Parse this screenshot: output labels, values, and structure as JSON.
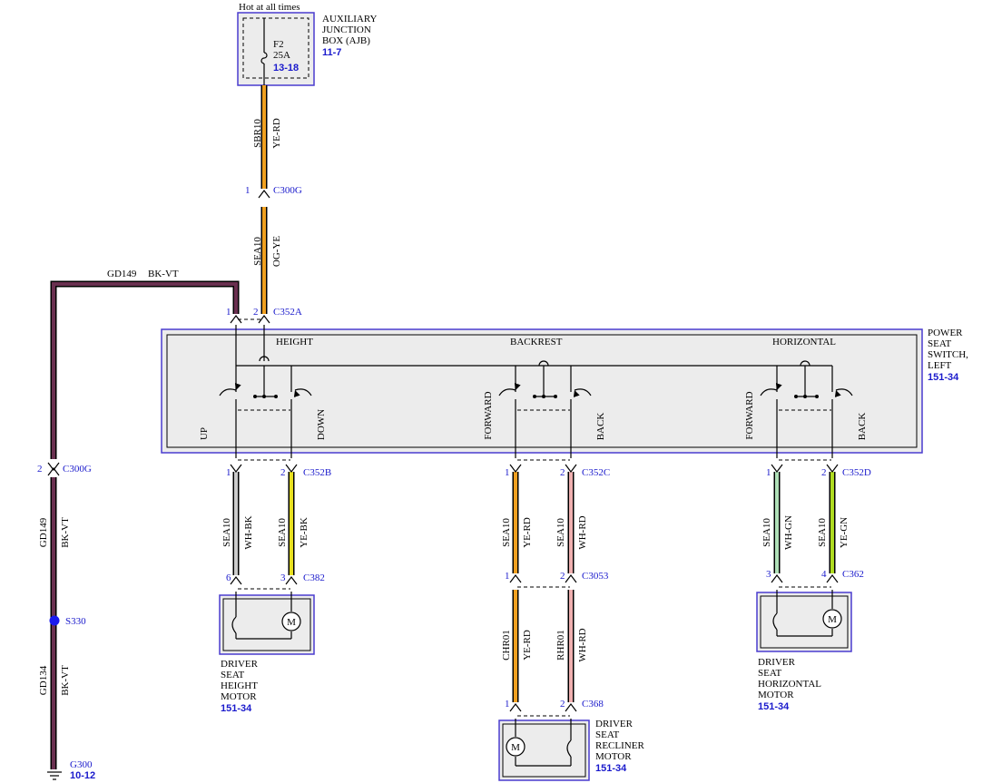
{
  "hot_label": "Hot at all times",
  "ajb": {
    "name_lines": [
      "AUXILIARY",
      "JUNCTION",
      "BOX (AJB)"
    ],
    "ref": "11-7",
    "fuse": "F2",
    "amps": "25A",
    "fuse_ref": "13-18"
  },
  "switch": {
    "name_lines": [
      "POWER",
      "SEAT",
      "SWITCH,",
      "LEFT"
    ],
    "ref": "151-34",
    "sections": [
      "HEIGHT",
      "BACKREST",
      "HORIZONTAL"
    ],
    "labels": {
      "up": "UP",
      "down": "DOWN",
      "forward": "FORWARD",
      "back": "BACK"
    }
  },
  "wires": [
    {
      "circuit": "SBR10",
      "color": "YE-RD",
      "hex": "#f0a020"
    },
    {
      "circuit": "SEA10",
      "color": "OG-YE",
      "hex": "#f0a020"
    },
    {
      "circuit": "GD149",
      "color": "BK-VT",
      "hex": "#6a3050"
    },
    {
      "circuit": "GD149",
      "color": "BK-VT",
      "hex": "#6a3050"
    },
    {
      "circuit": "GD134",
      "color": "BK-VT",
      "hex": "#6a3050"
    },
    {
      "circuit": "SEA10",
      "color": "WH-BK",
      "hex": "#cccccc"
    },
    {
      "circuit": "SEA10",
      "color": "YE-BK",
      "hex": "#e8e020"
    },
    {
      "circuit": "SEA10",
      "color": "YE-RD",
      "hex": "#f0a020"
    },
    {
      "circuit": "SEA10",
      "color": "WH-RD",
      "hex": "#f0b0b0"
    },
    {
      "circuit": "SEA10",
      "color": "WH-GN",
      "hex": "#b0e0b8"
    },
    {
      "circuit": "SEA10",
      "color": "YE-GN",
      "hex": "#b0dc20"
    },
    {
      "circuit": "CHR01",
      "color": "YE-RD",
      "hex": "#f0a020"
    },
    {
      "circuit": "RHR01",
      "color": "WH-RD",
      "hex": "#f0b0b0"
    }
  ],
  "connectors": [
    {
      "pin": "1",
      "name": "C300G"
    },
    {
      "pin": "1",
      "name": ""
    },
    {
      "pin": "2",
      "name": "C352A"
    },
    {
      "pin": "2",
      "name": "C300G"
    },
    {
      "pin": "1",
      "name": ""
    },
    {
      "pin": "2",
      "name": "C352B"
    },
    {
      "pin": "1",
      "name": ""
    },
    {
      "pin": "2",
      "name": "C352C"
    },
    {
      "pin": "1",
      "name": ""
    },
    {
      "pin": "2",
      "name": "C352D"
    },
    {
      "pin": "6",
      "name": ""
    },
    {
      "pin": "3",
      "name": "C382"
    },
    {
      "pin": "1",
      "name": ""
    },
    {
      "pin": "2",
      "name": "C3053"
    },
    {
      "pin": "3",
      "name": ""
    },
    {
      "pin": "4",
      "name": "C362"
    },
    {
      "pin": "1",
      "name": ""
    },
    {
      "pin": "2",
      "name": "C368"
    }
  ],
  "splice": "S330",
  "ground": {
    "name": "G300",
    "ref": "10-12"
  },
  "motors": [
    {
      "name_lines": [
        "DRIVER",
        "SEAT",
        "HEIGHT",
        "MOTOR"
      ],
      "ref": "151-34"
    },
    {
      "name_lines": [
        "DRIVER",
        "SEAT",
        "HORIZONTAL",
        "MOTOR"
      ],
      "ref": "151-34"
    },
    {
      "name_lines": [
        "DRIVER",
        "SEAT",
        "RECLINER",
        "MOTOR"
      ],
      "ref": "151-34"
    }
  ],
  "motor_symbol": "M",
  "colors": {
    "component_border": "#4a3ccf",
    "ref_text": "#1a1acc",
    "splice_dot": "#1a1aee"
  }
}
